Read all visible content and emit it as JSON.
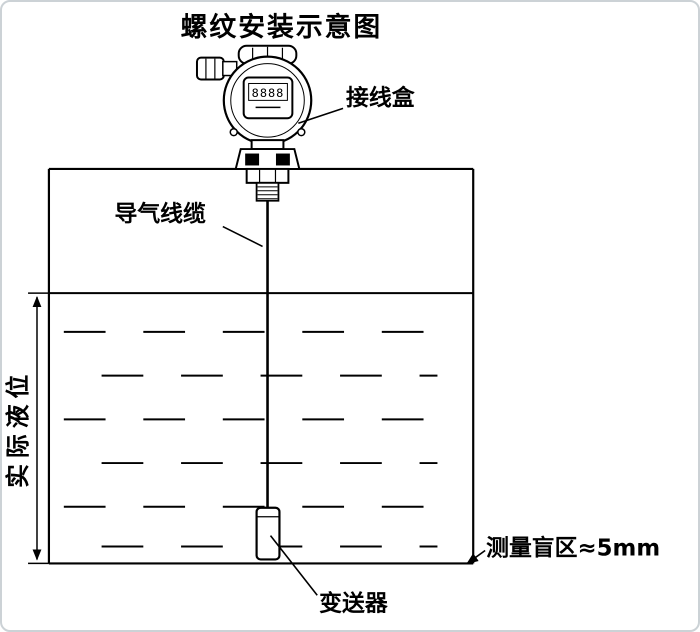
{
  "title": "螺纹安装示意图",
  "device": {
    "display_value": "8888"
  },
  "labels": {
    "junction_box": "接线盒",
    "air_cable": "导气线缆",
    "actual_level": "实际液位",
    "blind_zone": "测量盲区≈5mm",
    "transmitter": "变送器"
  },
  "colors": {
    "line": "#000000",
    "background": "#ffffff"
  }
}
